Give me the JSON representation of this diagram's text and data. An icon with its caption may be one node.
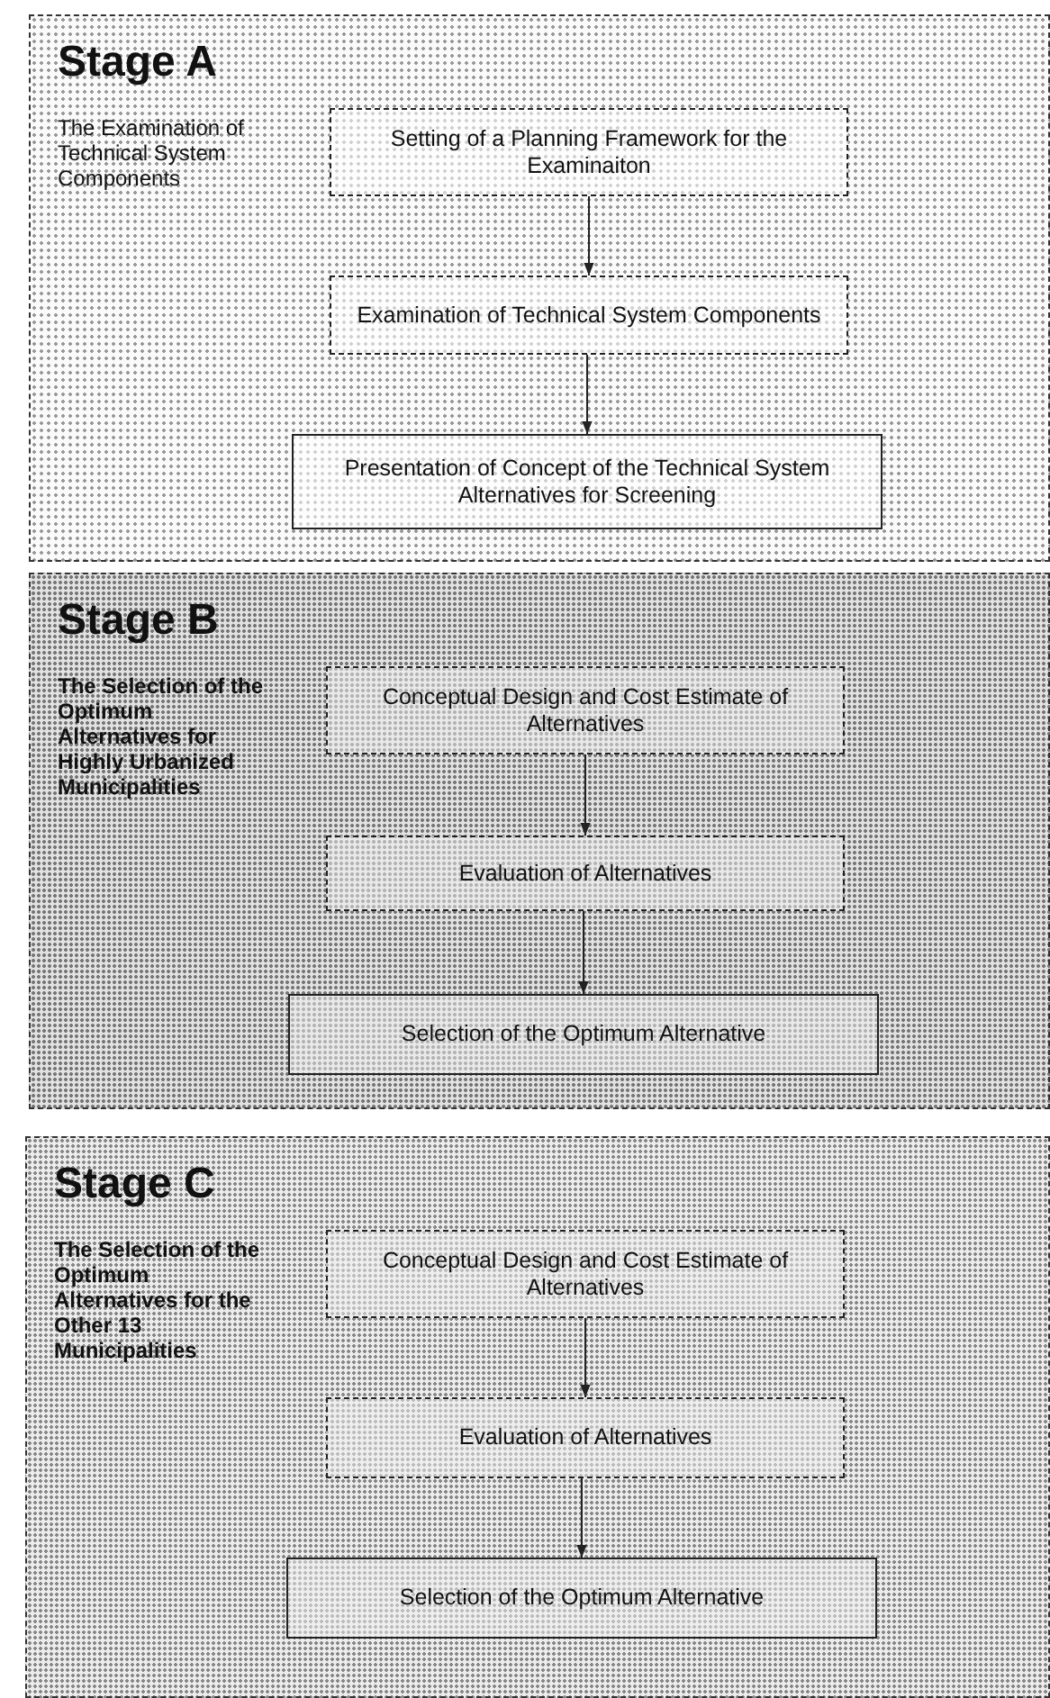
{
  "diagram": {
    "nodes": [
      {
        "text": [
          "Stage A",
          "The Examination of Technical System Components"
        ]
      },
      {
        "text": [
          "Setting of a Planning Framework for the Examinaiton"
        ],
        "in": 0
      },
      {
        "text": [
          "Examination of Technical System Components"
        ],
        "in": 0
      },
      {
        "text": [
          "Presentation of Concept of the Technical System Alternatives for Screening"
        ],
        "in": 0
      },
      {
        "text": [
          "Stage B",
          "The Selection of the Optimum Alternatives for Highly Urbanized Municipalities"
        ]
      },
      {
        "text": [
          "Conceptual Design and Cost Estimate of Alternatives"
        ],
        "in": 4
      },
      {
        "text": [
          "Evaluation of Alternatives"
        ],
        "in": 4
      },
      {
        "text": [
          "Selection of the Optimum Alternative"
        ],
        "in": 4
      },
      {
        "text": [
          "Stage C",
          "The Selection of the Optimum Alternatives for the Other 13 Municipalities"
        ]
      },
      {
        "text": [
          "Conceptual Design and Cost Estimate of Alternatives"
        ],
        "in": 8
      },
      {
        "text": [
          "Evaluation of Alternatives"
        ],
        "in": 8
      },
      {
        "text": [
          "Selection of the Optimum Alternative"
        ],
        "in": 8
      }
    ],
    "edges": [
      {
        "from": 1,
        "to": 2,
        "arrow": "to"
      },
      {
        "from": 2,
        "to": 3,
        "arrow": "to"
      },
      {
        "from": 5,
        "to": 6,
        "arrow": "to"
      },
      {
        "from": 6,
        "to": 7,
        "arrow": "to"
      },
      {
        "from": 9,
        "to": 10,
        "arrow": "to"
      },
      {
        "from": 10,
        "to": 11,
        "arrow": "to"
      }
    ]
  }
}
